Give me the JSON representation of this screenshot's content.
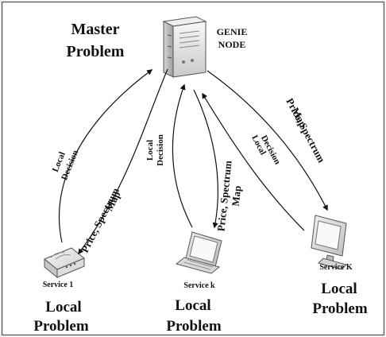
{
  "title_top": {
    "line1": "Master",
    "line2": "Problem"
  },
  "genie_node": {
    "line1": "GENIE",
    "line2": "NODE"
  },
  "arrows": {
    "local_decision_left": {
      "line1": "Local",
      "line2": "Decision"
    },
    "price_spectrum_map_left": {
      "line1": "Price, Spectrum",
      "line2": "Map"
    },
    "local_decision_mid": {
      "line1": "Local",
      "line2": "Decision"
    },
    "price_spectrum_map_mid": {
      "line1": "Price, Spectrum",
      "line2": "Map"
    },
    "local_decision_right": {
      "line1": "Local",
      "line2": "Decision"
    },
    "price_spectrum_map_right": {
      "line1": "Price, Spectrum",
      "line2": "Map"
    }
  },
  "services": [
    {
      "name": "Service 1",
      "problem_line1": "Local",
      "problem_line2": "Problem"
    },
    {
      "name": "Service k",
      "problem_line1": "Local",
      "problem_line2": "Problem"
    },
    {
      "name": "Service K",
      "problem_line1": "Local",
      "problem_line2": "Problem"
    }
  ]
}
